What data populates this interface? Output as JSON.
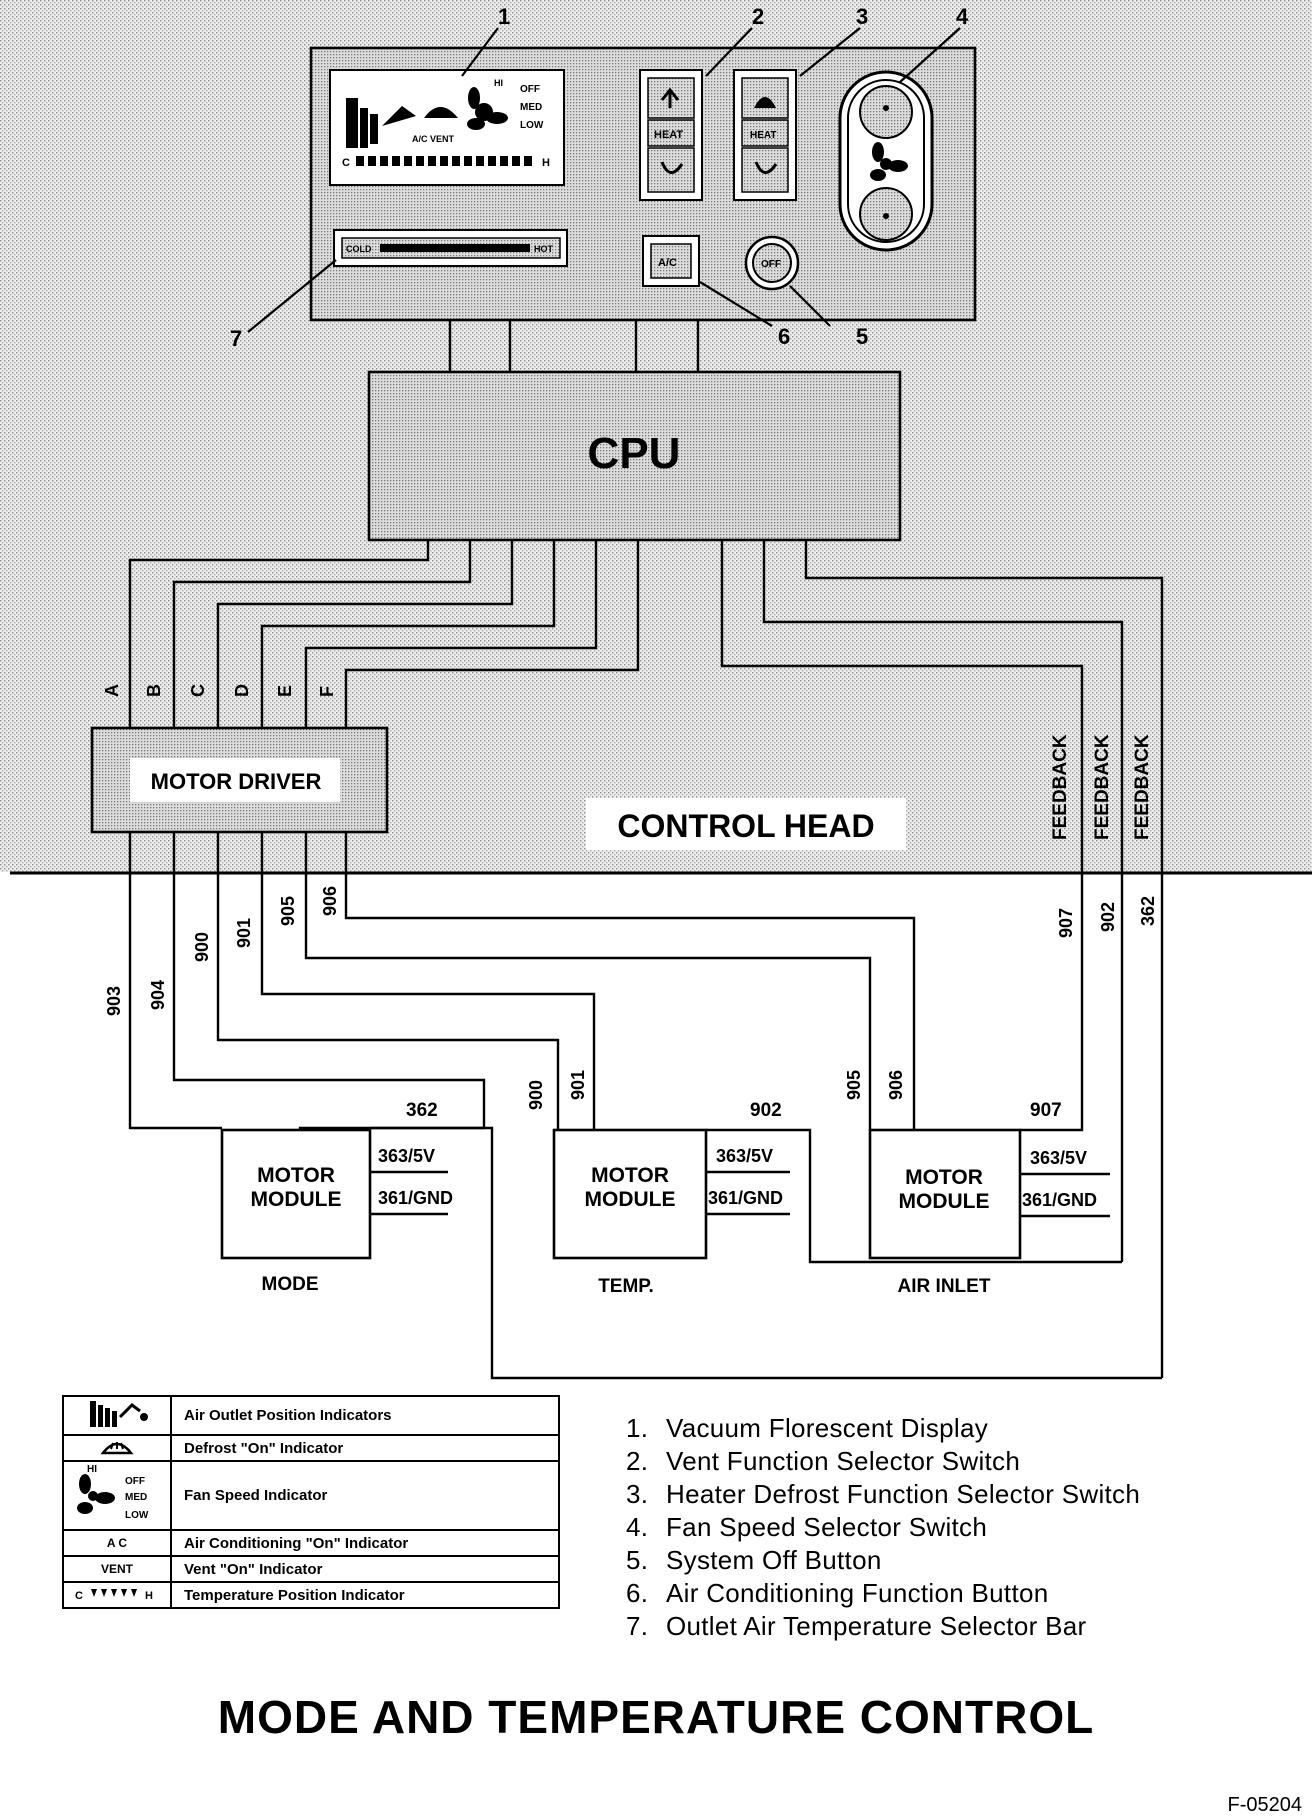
{
  "control_head_label": "CONTROL HEAD",
  "cpu_label": "CPU",
  "motor_driver_label": "MOTOR DRIVER",
  "driver_pins": [
    "A",
    "B",
    "C",
    "D",
    "E",
    "F"
  ],
  "feedback_label": "FEEDBACK",
  "callout_numbers": [
    "1",
    "2",
    "3",
    "4",
    "5",
    "6",
    "7"
  ],
  "panel": {
    "fan_levels": [
      "HI",
      "OFF",
      "MED",
      "LOW"
    ],
    "ac_vent": "A/C VENT",
    "temp_ends": [
      "C",
      "H"
    ],
    "bar_ends": [
      "COLD",
      "HOT"
    ],
    "heat": "HEAT",
    "ac": "A/C",
    "off": "OFF"
  },
  "wires": {
    "driver_out": [
      "903",
      "904",
      "900",
      "901",
      "905",
      "906"
    ],
    "feedback": [
      "907",
      "902",
      "362"
    ],
    "temp_in": [
      "900",
      "901"
    ],
    "air_in": [
      "905",
      "906"
    ],
    "mode_top": "362",
    "temp_top": "902",
    "air_top": "907"
  },
  "modules": [
    {
      "title1": "MOTOR",
      "title2": "MODULE",
      "label": "MODE",
      "power": "363/5V",
      "ground": "361/GND"
    },
    {
      "title1": "MOTOR",
      "title2": "MODULE",
      "label": "TEMP.",
      "power": "363/5V",
      "ground": "361/GND"
    },
    {
      "title1": "MOTOR",
      "title2": "MODULE",
      "label": "AIR INLET",
      "power": "363/5V",
      "ground": "361/GND"
    }
  ],
  "legend": [
    {
      "symbol": "air-outlet-icon",
      "text": "Air Outlet Position Indicators"
    },
    {
      "symbol": "defrost-icon",
      "text": "Defrost \"On\" Indicator"
    },
    {
      "symbol": "fan-icon",
      "icon_text": [
        "HI",
        "OFF",
        "MED",
        "LOW"
      ],
      "text": "Fan Speed Indicator"
    },
    {
      "symbol": "text",
      "icon_text": "A C",
      "text": "Air Conditioning \"On\" Indicator"
    },
    {
      "symbol": "text",
      "icon_text": "VENT",
      "text": "Vent \"On\" Indicator"
    },
    {
      "symbol": "temp-scale-icon",
      "icon_text": [
        "C",
        "H"
      ],
      "text": "Temperature Position Indicator"
    }
  ],
  "callouts": [
    {
      "num": "1.",
      "text": "Vacuum Florescent Display"
    },
    {
      "num": "2.",
      "text": "Vent Function Selector Switch"
    },
    {
      "num": "3.",
      "text": "Heater Defrost Function Selector Switch"
    },
    {
      "num": "4.",
      "text": "Fan Speed Selector Switch"
    },
    {
      "num": "5.",
      "text": "System Off Button"
    },
    {
      "num": "6.",
      "text": "Air Conditioning Function Button"
    },
    {
      "num": "7.",
      "text": "Outlet Air Temperature Selector Bar"
    }
  ],
  "title": "MODE AND TEMPERATURE CONTROL",
  "figure_id": "F-05204"
}
